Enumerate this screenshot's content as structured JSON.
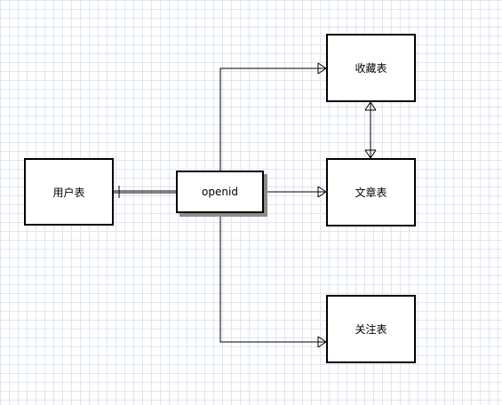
{
  "entities": {
    "users": {
      "label": "用户表"
    },
    "openid": {
      "label": "openid"
    },
    "favorites": {
      "label": "收藏表"
    },
    "articles": {
      "label": "文章表"
    },
    "follows": {
      "label": "关注表"
    }
  },
  "relationships": [
    {
      "from": "openid",
      "to": "users",
      "to_end": "one"
    },
    {
      "from": "openid",
      "to": "favorites",
      "to_end": "many"
    },
    {
      "from": "openid",
      "to": "articles",
      "to_end": "many"
    },
    {
      "from": "openid",
      "to": "follows",
      "to_end": "many"
    },
    {
      "from": "favorites",
      "to": "articles",
      "from_end": "many",
      "to_end": "many"
    }
  ],
  "colors": {
    "line": "#000000",
    "grid": "#dfe6f0",
    "shadow": "#8c8c8c"
  }
}
